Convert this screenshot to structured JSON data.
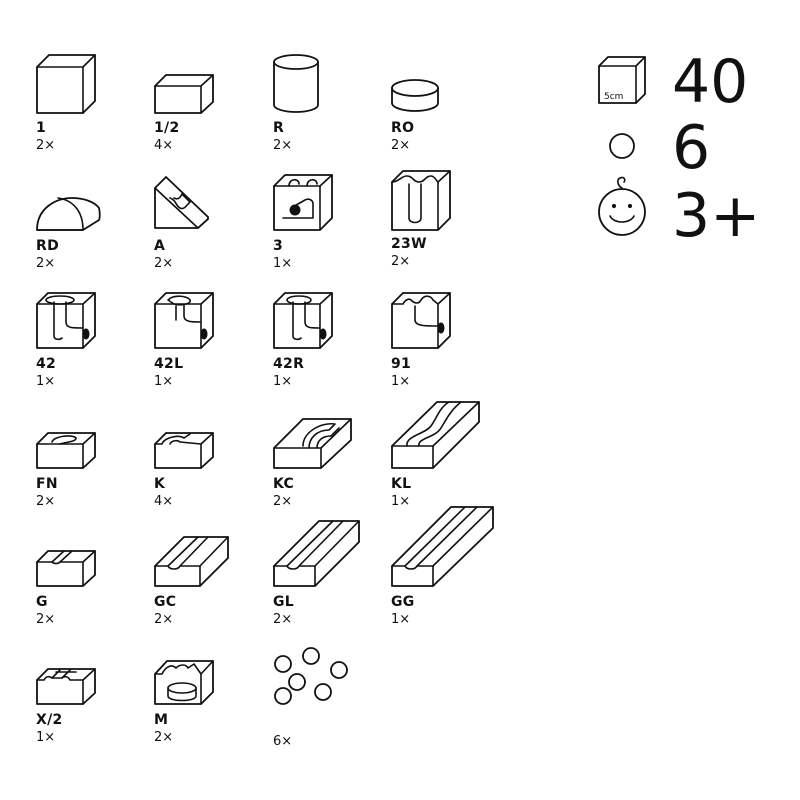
{
  "pieces": [
    {
      "code": "1",
      "qty": "2×"
    },
    {
      "code": "1/2",
      "qty": "4×"
    },
    {
      "code": "R",
      "qty": "2×"
    },
    {
      "code": "RO",
      "qty": "2×"
    },
    {
      "code": "RD",
      "qty": "2×"
    },
    {
      "code": "A",
      "qty": "2×"
    },
    {
      "code": "3",
      "qty": "1×"
    },
    {
      "code": "23W",
      "qty": "2×"
    },
    {
      "code": "42",
      "qty": "1×"
    },
    {
      "code": "42L",
      "qty": "1×"
    },
    {
      "code": "42R",
      "qty": "1×"
    },
    {
      "code": "91",
      "qty": "1×"
    },
    {
      "code": "FN",
      "qty": "2×"
    },
    {
      "code": "K",
      "qty": "4×"
    },
    {
      "code": "KC",
      "qty": "2×"
    },
    {
      "code": "KL",
      "qty": "1×"
    },
    {
      "code": "G",
      "qty": "2×"
    },
    {
      "code": "GC",
      "qty": "2×"
    },
    {
      "code": "GL",
      "qty": "2×"
    },
    {
      "code": "GG",
      "qty": "1×"
    },
    {
      "code": "X/2",
      "qty": "1×"
    },
    {
      "code": "M",
      "qty": "2×"
    },
    {
      "code": "",
      "qty": "6×"
    }
  ],
  "stats": {
    "cube_size_label": "5cm",
    "pieces_count": "40",
    "marbles_count": "6",
    "age": "3+"
  }
}
